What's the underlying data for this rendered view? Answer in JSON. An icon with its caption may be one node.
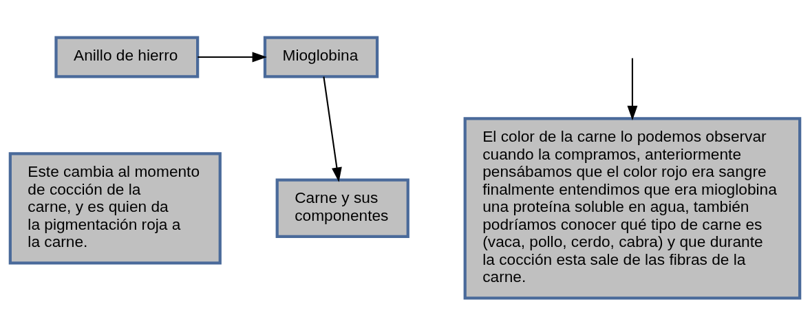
{
  "diagram": {
    "nodes": [
      {
        "text": [
          "Anillo de hierro"
        ]
      },
      {
        "text": [
          "Mioglobina"
        ]
      },
      {
        "text": [
          "Este cambia al momento de cocción de la carne, y es quien da la pigmentación roja a la carne."
        ]
      },
      {
        "text": [
          "Carne y sus componentes"
        ]
      },
      {
        "text": [
          "El color de la carne lo podemos observar cuando la compramos, anteriormente pensábamos que el color rojo era sangre finalmente entendimos que era mioglobina una proteína soluble en agua, también podríamos conocer qué tipo de carne es (vaca, pollo, cerdo, cabra) y que durante la cocción esta sale de las fibras de la carne."
        ]
      }
    ],
    "edges": [
      {
        "from": 0,
        "to": 1,
        "arrow": "to"
      },
      {
        "from": 1,
        "to": 3,
        "arrow": "to"
      },
      {
        "from": null,
        "to": 4,
        "arrow": "to"
      }
    ]
  }
}
